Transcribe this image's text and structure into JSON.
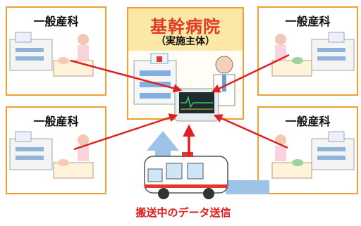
{
  "diagram": {
    "hub": {
      "title": "基幹病院",
      "subtitle": "（実施主体）"
    },
    "clinics": [
      {
        "label": "一般産科"
      },
      {
        "label": "一般産科"
      },
      {
        "label": "一般産科"
      },
      {
        "label": "一般産科"
      }
    ],
    "caption": "搬送中のデータ送信",
    "colors": {
      "box_border": "#f0a030",
      "hub_header": "#fbe8a6",
      "hub_title": "#e23a2a",
      "arrow_red": "#e02020",
      "arrow_blue": "#9ec3e6",
      "caption": "#e02020"
    }
  }
}
